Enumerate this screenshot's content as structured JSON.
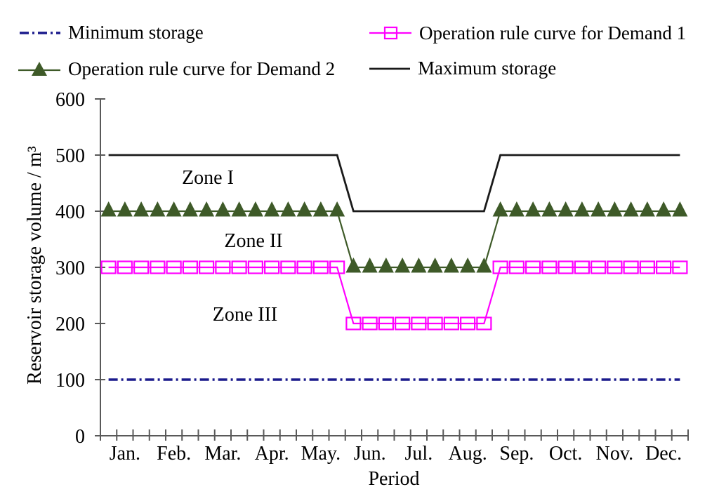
{
  "figure": {
    "background": "#ffffff"
  },
  "legend": {
    "position": "top",
    "items": [
      {
        "id": "minimum-storage",
        "label": "Minimum storage",
        "color": "#1a1a8c",
        "line": "dash-dot",
        "marker": "none"
      },
      {
        "id": "demand-1",
        "label": "Operation rule curve for Demand 1",
        "color": "#ff00ff",
        "line": "solid",
        "marker": "open-square"
      },
      {
        "id": "demand-2",
        "label": "Operation rule curve for Demand 2",
        "color": "#3e5a28",
        "line": "solid",
        "marker": "filled-triangle"
      },
      {
        "id": "maximum-storage",
        "label": "Maximum storage",
        "color": "#1a1a1a",
        "line": "solid",
        "marker": "none"
      }
    ]
  },
  "chart_data": {
    "type": "line",
    "title": "",
    "xlabel": "Period",
    "ylabel": "Reservoir storage volume / m³",
    "ylim": [
      0,
      600
    ],
    "y_ticks": [
      0,
      100,
      200,
      300,
      400,
      500,
      600
    ],
    "x_categories_months": [
      "Jan.",
      "Feb.",
      "Mar.",
      "Apr.",
      "May.",
      "Jun.",
      "Jul.",
      "Aug.",
      "Sep.",
      "Oct.",
      "Nov.",
      "Dec."
    ],
    "periods_per_month": 3,
    "n_periods": 36,
    "grid": false,
    "legend_position": "top",
    "axis_color": "#595959",
    "series": [
      {
        "id": "minimum-storage",
        "name": "Minimum storage",
        "color": "#1a1a8c",
        "style": "dashdot",
        "marker": "none",
        "line_width": 3.4,
        "values": [
          100,
          100,
          100,
          100,
          100,
          100,
          100,
          100,
          100,
          100,
          100,
          100,
          100,
          100,
          100,
          100,
          100,
          100,
          100,
          100,
          100,
          100,
          100,
          100,
          100,
          100,
          100,
          100,
          100,
          100,
          100,
          100,
          100,
          100,
          100,
          100
        ]
      },
      {
        "id": "demand-1",
        "name": "Operation rule curve for Demand 1",
        "color": "#ff00ff",
        "style": "solid",
        "marker": "open-square",
        "line_width": 2.2,
        "values": [
          300,
          300,
          300,
          300,
          300,
          300,
          300,
          300,
          300,
          300,
          300,
          300,
          300,
          300,
          300,
          200,
          200,
          200,
          200,
          200,
          200,
          200,
          200,
          200,
          300,
          300,
          300,
          300,
          300,
          300,
          300,
          300,
          300,
          300,
          300,
          300
        ]
      },
      {
        "id": "demand-2",
        "name": "Operation rule curve for Demand 2",
        "color": "#3e5a28",
        "style": "solid",
        "marker": "filled-triangle",
        "line_width": 2.2,
        "values": [
          400,
          400,
          400,
          400,
          400,
          400,
          400,
          400,
          400,
          400,
          400,
          400,
          400,
          400,
          400,
          300,
          300,
          300,
          300,
          300,
          300,
          300,
          300,
          300,
          400,
          400,
          400,
          400,
          400,
          400,
          400,
          400,
          400,
          400,
          400,
          400
        ]
      },
      {
        "id": "maximum-storage",
        "name": "Maximum storage",
        "color": "#1a1a1a",
        "style": "solid",
        "marker": "none",
        "line_width": 2.8,
        "values": [
          500,
          500,
          500,
          500,
          500,
          500,
          500,
          500,
          500,
          500,
          500,
          500,
          500,
          500,
          500,
          400,
          400,
          400,
          400,
          400,
          400,
          400,
          400,
          400,
          500,
          500,
          500,
          500,
          500,
          500,
          500,
          500,
          500,
          500,
          500,
          500
        ]
      }
    ],
    "annotations": [
      {
        "text": "Zone I"
      },
      {
        "text": "Zone II"
      },
      {
        "text": "Zone III"
      }
    ]
  }
}
